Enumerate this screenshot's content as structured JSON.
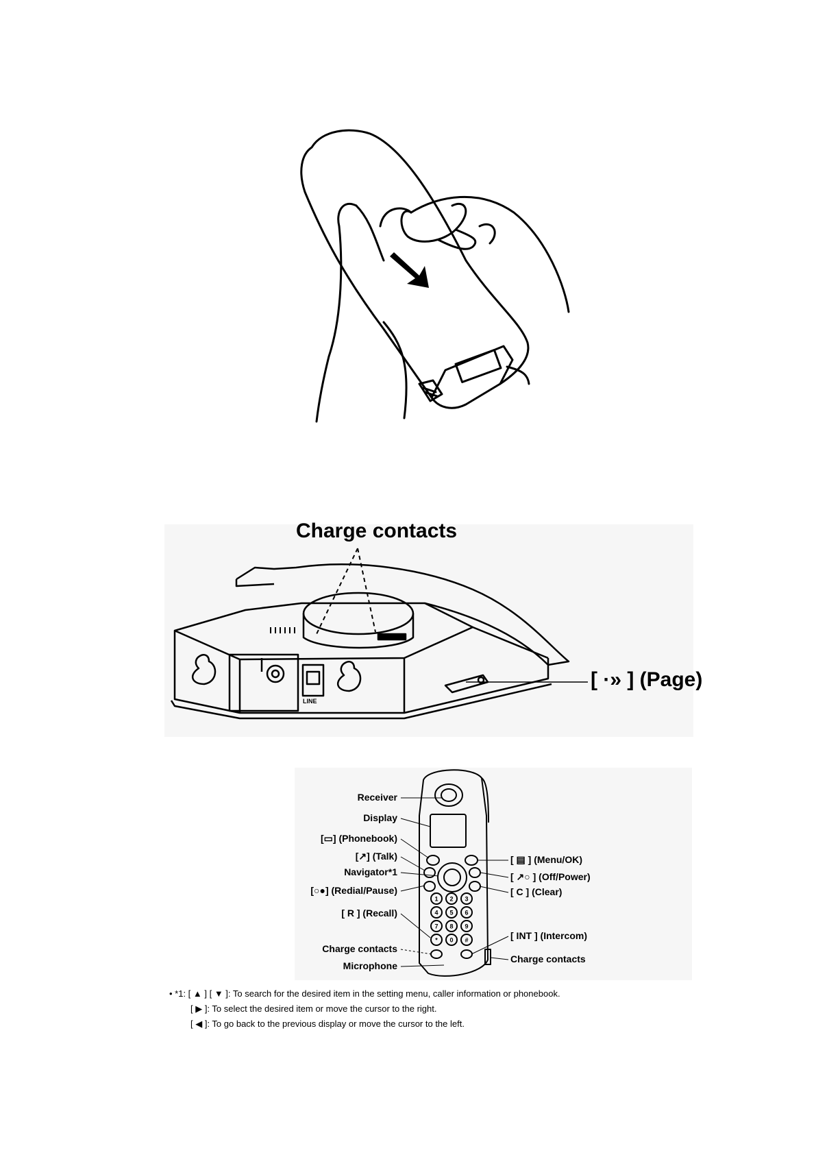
{
  "base": {
    "title": "Charge contacts",
    "line_jack": "LINE",
    "page_button": "[ ·» ] (Page)"
  },
  "handset": {
    "labels_left": {
      "receiver": "Receiver",
      "display": "Display",
      "phonebook": "[▭] (Phonebook)",
      "talk": "[↗] (Talk)",
      "navigator": "Navigator*1",
      "redial": "[○●] (Redial/Pause)",
      "recall": "[ R ] (Recall)",
      "charge_contacts": "Charge contacts",
      "microphone": "Microphone"
    },
    "labels_right": {
      "menu": "[ ▤ ] (Menu/OK)",
      "off_power": "[ ↗○ ] (Off/Power)",
      "clear": "[ C ] (Clear)",
      "intercom": "[ INT ] (Intercom)",
      "charge_contacts": "Charge contacts"
    },
    "keys": [
      "1",
      "2",
      "3",
      "4",
      "5",
      "6",
      "7",
      "8",
      "9",
      "*",
      "0",
      "#"
    ]
  },
  "footnote": {
    "line1": "• *1: [ ▲ ] [ ▼ ]: To search for the desired item in the setting menu, caller information or phonebook.",
    "line2": "[ ▶ ]: To select the desired item or move the cursor to the right.",
    "line3": "[ ◀ ]: To go back to the previous display or move the cursor to the left."
  }
}
